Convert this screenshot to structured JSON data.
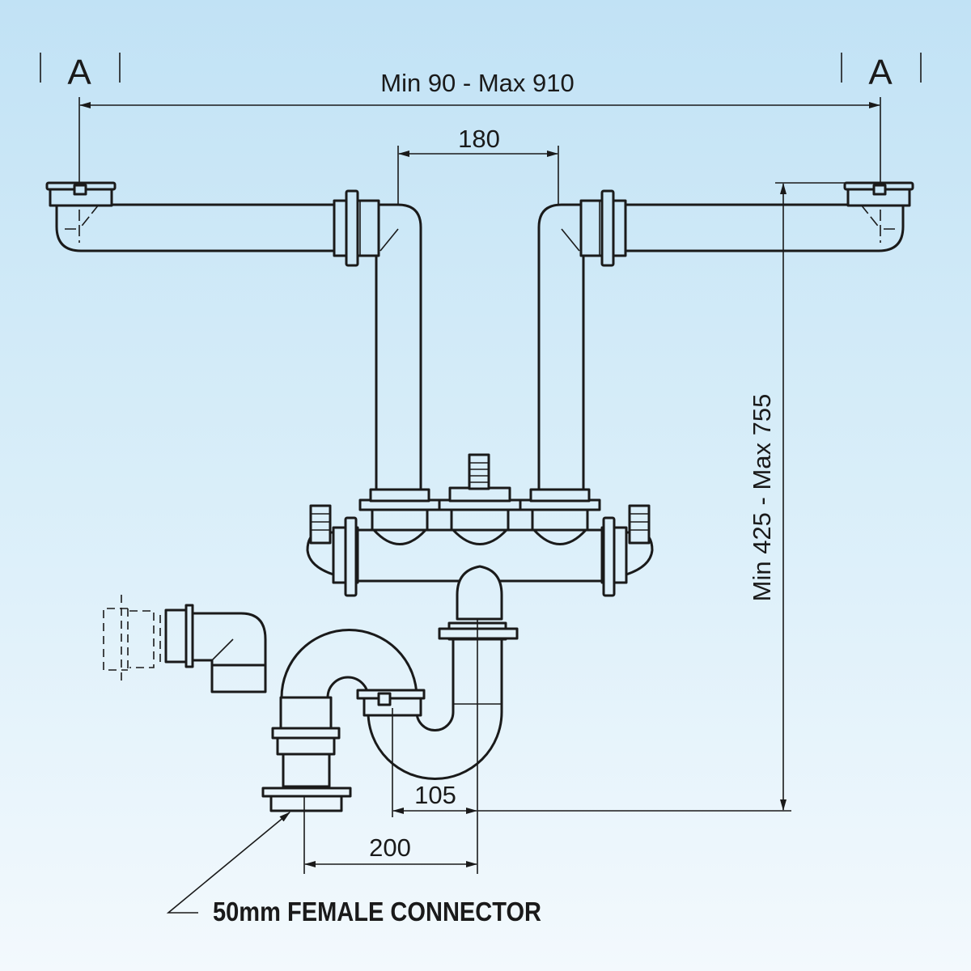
{
  "section_marker_left": "A",
  "section_marker_right": "A",
  "dimensions": {
    "overall_width": "Min 90 - Max 910",
    "inlet_spacing": "180",
    "overall_height": "Min 425 - Max 755",
    "trap_offset": "105",
    "outlet_offset": "200"
  },
  "callout": "50mm FEMALE CONNECTOR",
  "colors": {
    "background_top": "#c1e2f5",
    "background_bottom": "#f3f9fd",
    "line": "#1a1a1a"
  }
}
